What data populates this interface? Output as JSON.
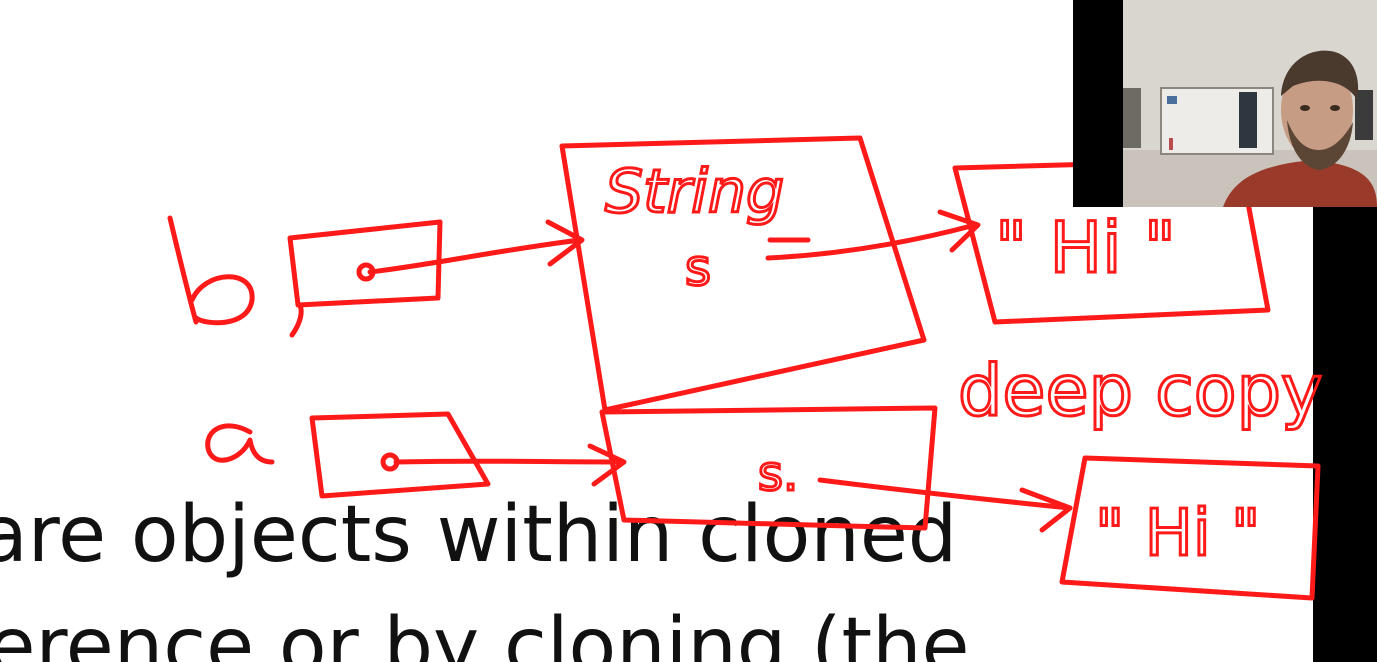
{
  "slide": {
    "lines": [
      "are objects within cloned",
      "ference or by cloning (the"
    ]
  },
  "annotations": {
    "ink_color": "#ff1a1a",
    "labels": {
      "b": "b",
      "a": "a",
      "string_type": "String",
      "string_field_top": "s",
      "string_field_bottom": "s.",
      "value_top": "\" Hi \"",
      "value_bottom": "\" Hi \"",
      "deep_copy": "deep copy"
    }
  },
  "webcam": {
    "background": "#d9d5cf"
  }
}
